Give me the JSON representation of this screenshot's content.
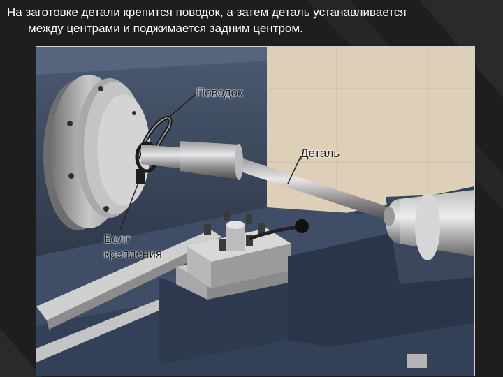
{
  "slide": {
    "caption_line1": "На заготовке детали крепится поводок, а затем деталь устанавливается",
    "caption_line2": "между центрами и поджимается задним центром."
  },
  "figure": {
    "labels": {
      "dog": "Поводок",
      "part": "Деталь",
      "bolt_line1": "Болт",
      "bolt_line2": "крепления"
    }
  },
  "colors": {
    "slide_bg": "#1f1f1f",
    "wall": "#ddd0b6",
    "machine_blue": "#3b4a60",
    "metal_light": "#d4d4d4",
    "metal_dark": "#5a5a5a"
  }
}
